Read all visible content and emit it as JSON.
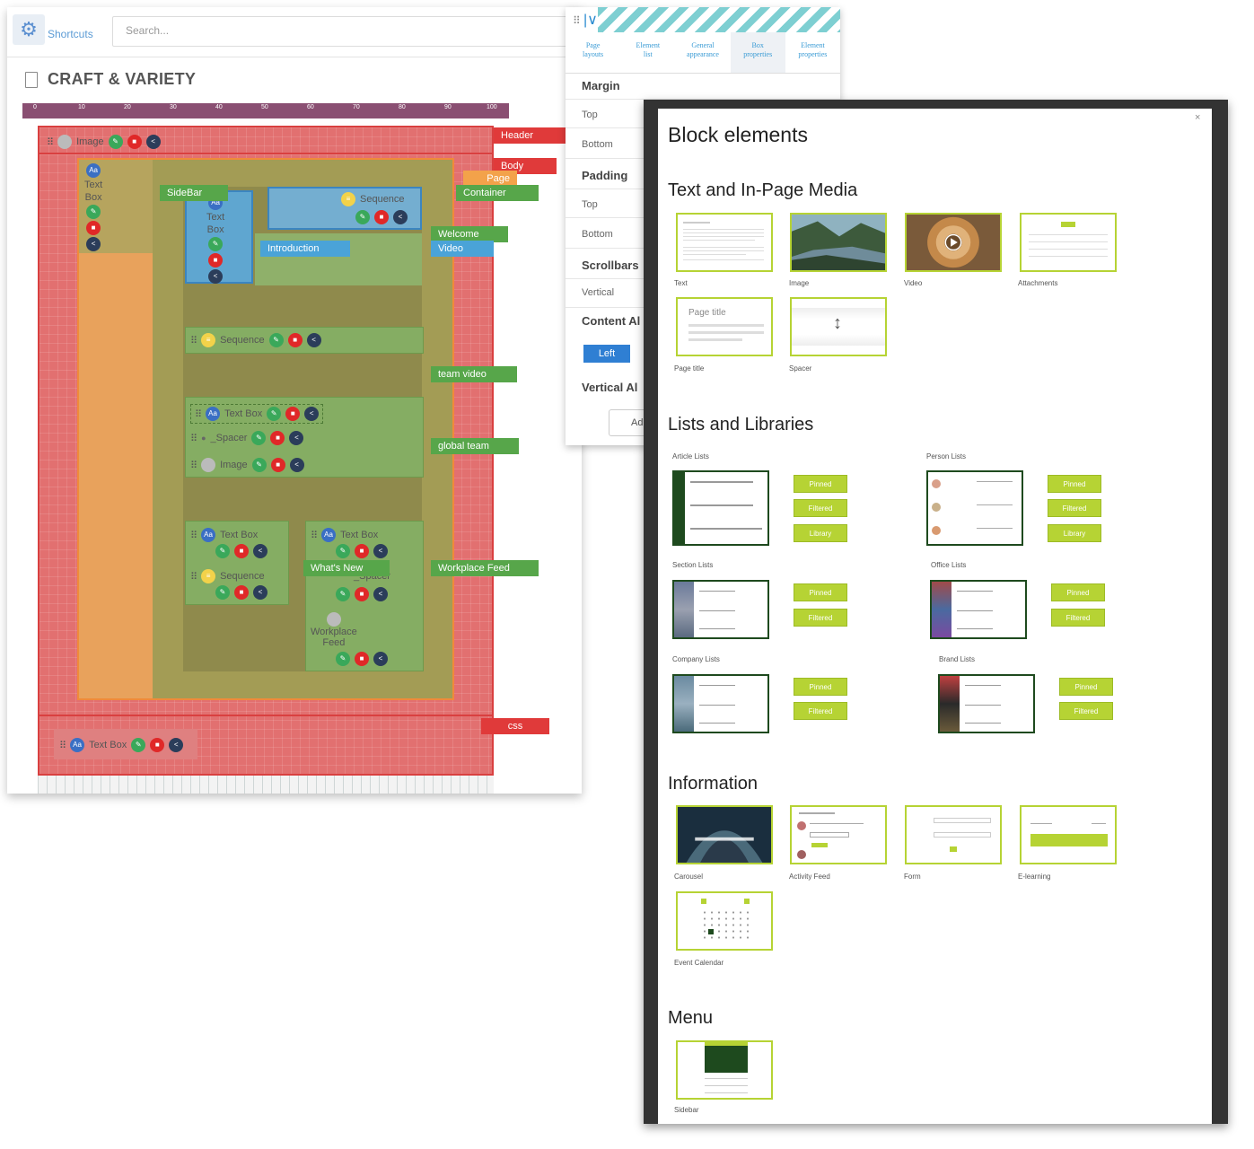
{
  "editor": {
    "shortcuts_label": "Shortcuts",
    "search_placeholder": "Search...",
    "page_title": "CRAFT & VARIETY",
    "ruler_ticks": [
      "0",
      "10",
      "20",
      "30",
      "40",
      "50",
      "60",
      "70",
      "80",
      "90",
      "100"
    ],
    "zones": {
      "header": "Header",
      "body": "Body",
      "page": "Page",
      "container": "Container",
      "sidebar": "SideBar",
      "introduction": "Introduction",
      "welcome_video_1": "Welcome",
      "welcome_video_2": "Video",
      "team_video": "team video",
      "global_team": "global team",
      "whats_new": "What's New",
      "workplace_feed": "Workplace Feed",
      "css": "css"
    },
    "elements": {
      "header_image": "Image",
      "sidebar_textbox_1": "Text",
      "sidebar_textbox_2": "Box",
      "intro_textbox_1": "Text",
      "intro_textbox_2": "Box",
      "intro_sequence": "Sequence",
      "sequence": "Sequence",
      "gt_textbox": "Text Box",
      "gt_spacer": "_Spacer",
      "gt_image": "Image",
      "wn_textbox": "Text Box",
      "wn_sequence": "Sequence",
      "wf_textbox": "Text Box",
      "wf_spacer": "_Spacer",
      "wf_feed_1": "Workplace",
      "wf_feed_2": "Feed",
      "footer_textbox": "Text Box"
    }
  },
  "props": {
    "tabs": [
      {
        "line1": "Page",
        "line2": "layouts"
      },
      {
        "line1": "Element",
        "line2": "list"
      },
      {
        "line1": "General",
        "line2": "appearance"
      },
      {
        "line1": "Box",
        "line2": "properties"
      },
      {
        "line1": "Element",
        "line2": "properties"
      }
    ],
    "margin": "Margin",
    "margin_top": "Top",
    "margin_bottom": "Bottom",
    "padding": "Padding",
    "padding_top": "Top",
    "padding_bottom": "Bottom",
    "scrollbars": "Scrollbars",
    "vertical": "Vertical",
    "content_align": "Content Al",
    "left_button": "Left",
    "vertical_align": "Vertical Al",
    "ad_button": "Ad"
  },
  "modal": {
    "title": "Block elements",
    "close": "×",
    "sections": {
      "text_media": "Text and In-Page Media",
      "lists": "Lists and Libraries",
      "information": "Information",
      "menu": "Menu"
    },
    "text_media_items": [
      "Text",
      "Image",
      "Video",
      "Attachments",
      "Page title",
      "Spacer"
    ],
    "page_title_preview": "Page title",
    "list_groups": {
      "article": "Article Lists",
      "person": "Person Lists",
      "section": "Section Lists",
      "office": "Office Lists",
      "company": "Company Lists",
      "brand": "Brand Lists"
    },
    "list_buttons": {
      "pinned": "Pinned",
      "filtered": "Filtered",
      "library": "Library"
    },
    "information_items": [
      "Carousel",
      "Activity Feed",
      "Form",
      "E-learning",
      "Event Calendar"
    ],
    "menu_items": [
      "Sidebar"
    ]
  },
  "colors": {
    "header_red": "#e03a3a",
    "zone_green": "#57a64a",
    "accent_lime": "#b6d334",
    "zone_blue": "#4aa3d8",
    "zone_orange": "#f3a24a",
    "dark_green": "#1e4a1e"
  }
}
